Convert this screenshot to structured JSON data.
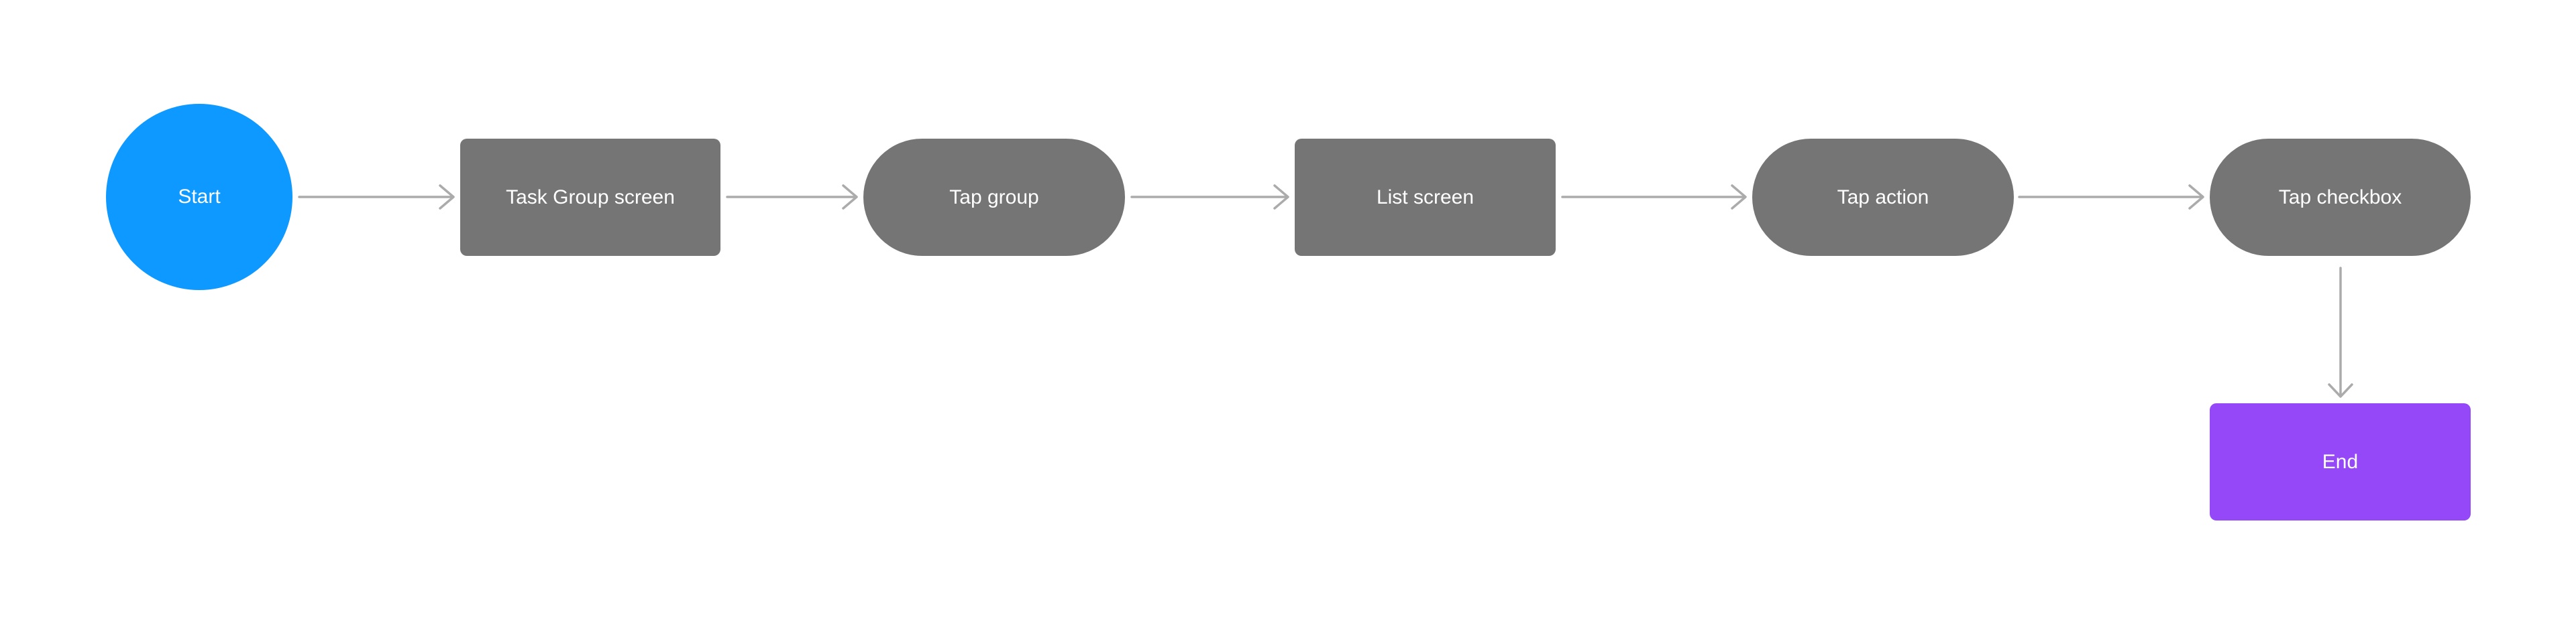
{
  "canvas": {
    "background_color": "#FFFFFF"
  },
  "diagram": {
    "type": "flowchart",
    "direction": "left-to-right",
    "nodes": [
      {
        "id": "start",
        "label": "Start",
        "shape": "circle",
        "fill_color": "#0D99FF",
        "text_color": "#FFFFFF"
      },
      {
        "id": "task-group-screen",
        "label": "Task Group screen",
        "shape": "rectangle",
        "fill_color": "#757575",
        "text_color": "#FFFFFF"
      },
      {
        "id": "tap-group",
        "label": "Tap group",
        "shape": "rounded-pill",
        "fill_color": "#757575",
        "text_color": "#FFFFFF"
      },
      {
        "id": "list-screen",
        "label": "List screen",
        "shape": "rectangle",
        "fill_color": "#757575",
        "text_color": "#FFFFFF"
      },
      {
        "id": "tap-action",
        "label": "Tap action",
        "shape": "rounded-pill",
        "fill_color": "#757575",
        "text_color": "#FFFFFF"
      },
      {
        "id": "tap-checkbox",
        "label": "Tap checkbox",
        "shape": "rounded-pill",
        "fill_color": "#757575",
        "text_color": "#FFFFFF"
      },
      {
        "id": "end",
        "label": "End",
        "shape": "rectangle",
        "fill_color": "#9448F7",
        "text_color": "#FFFFFF"
      }
    ],
    "connectors": [
      {
        "from": "start",
        "to": "task-group-screen",
        "direction": "right",
        "arrowhead": "open-chevron"
      },
      {
        "from": "task-group-screen",
        "to": "tap-group",
        "direction": "right",
        "arrowhead": "open-chevron"
      },
      {
        "from": "tap-group",
        "to": "list-screen",
        "direction": "right",
        "arrowhead": "open-chevron"
      },
      {
        "from": "list-screen",
        "to": "tap-action",
        "direction": "right",
        "arrowhead": "open-chevron"
      },
      {
        "from": "tap-action",
        "to": "tap-checkbox",
        "direction": "right",
        "arrowhead": "open-chevron"
      },
      {
        "from": "tap-checkbox",
        "to": "end",
        "direction": "down",
        "arrowhead": "open-chevron"
      }
    ],
    "connector_style": {
      "color": "#ABABAB",
      "stroke_width": 3.5
    }
  }
}
